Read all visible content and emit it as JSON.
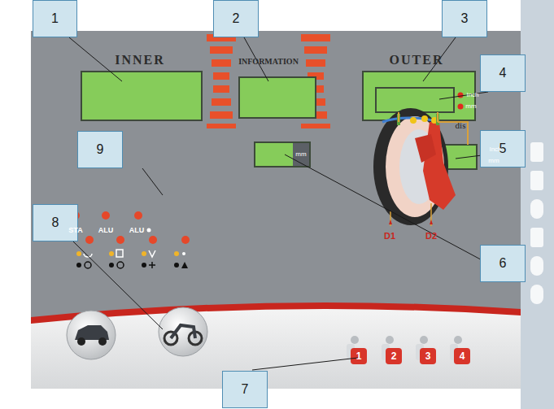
{
  "diagram": {
    "nodes": [
      {
        "text": [
          "1"
        ]
      },
      {
        "text": [
          "2"
        ]
      },
      {
        "text": [
          "3"
        ]
      },
      {
        "text": [
          "4"
        ]
      },
      {
        "text": [
          "9"
        ]
      },
      {
        "text": [
          "5"
        ]
      },
      {
        "text": [
          "8"
        ]
      },
      {
        "text": [
          "6"
        ]
      },
      {
        "text": [
          "7"
        ]
      }
    ],
    "labels": [
      "INNER",
      "INFORMATION",
      "OUTER",
      "dis",
      "Inch",
      "mm",
      "Inch",
      "mm",
      "mm",
      "STA",
      "ALU",
      "ALU",
      "D1",
      "D2",
      "1",
      "2",
      "3",
      "4"
    ]
  }
}
